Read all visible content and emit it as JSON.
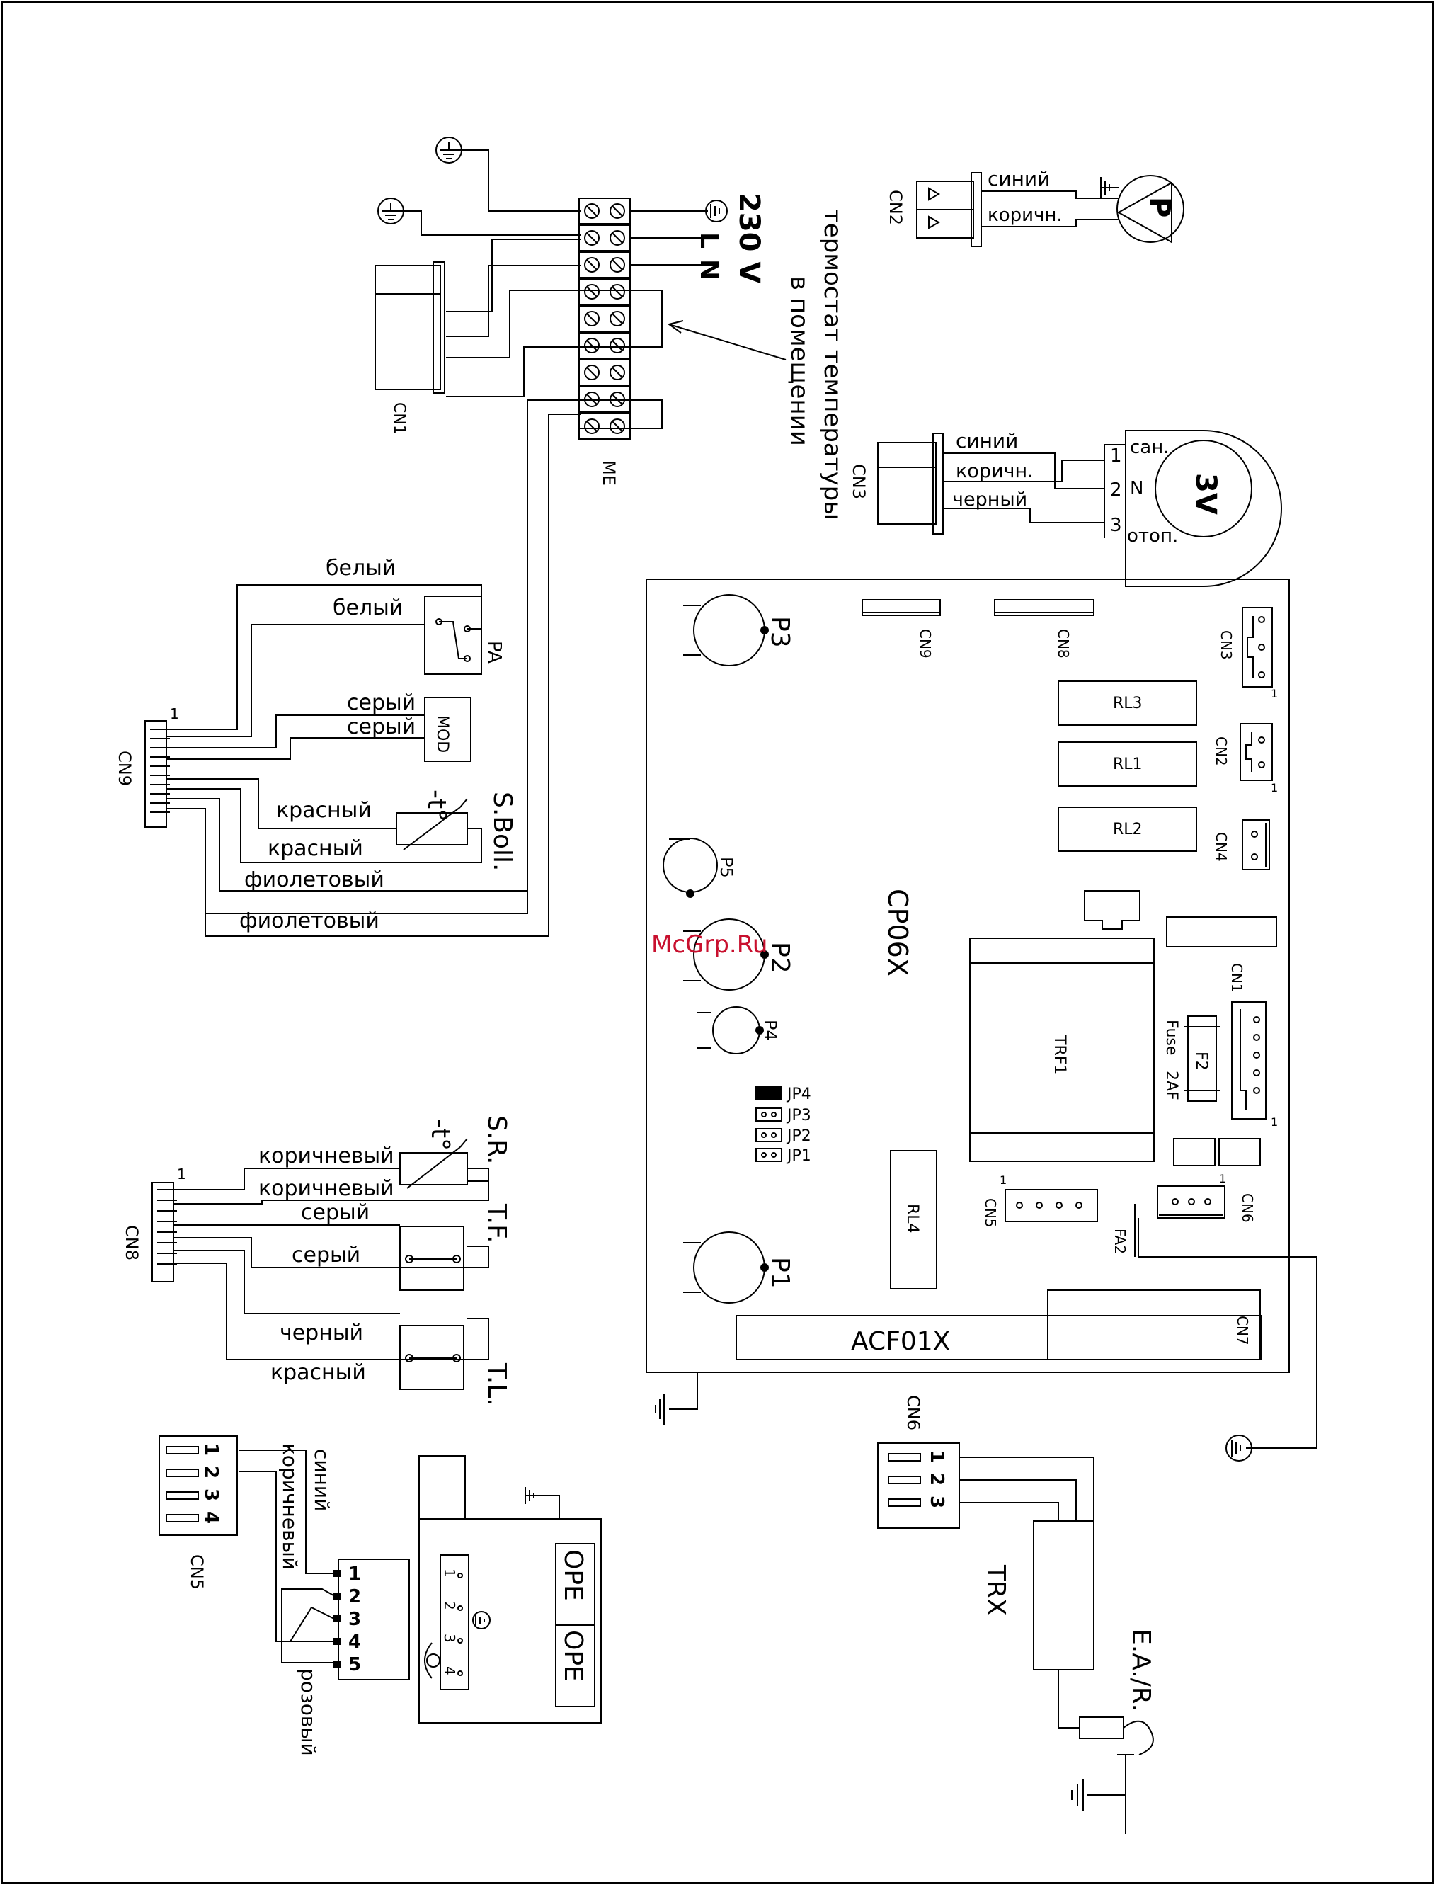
{
  "mains": {
    "voltage": "230 V",
    "l": "L",
    "n": "N"
  },
  "thermostat": {
    "line1": "термостат температуры",
    "line2": "в помещении"
  },
  "terminal_block": {
    "label": "ME"
  },
  "connectors": {
    "cn1": "CN1",
    "cn2": "CN2",
    "cn3": "CN3",
    "cn5": "CN5",
    "cn6": "CN6",
    "cn8": "CN8",
    "cn9": "CN9",
    "pin1": "1"
  },
  "pump": {
    "symbol": "P",
    "wire_blue": "синий",
    "wire_brown": "коричн."
  },
  "valve": {
    "symbol": "3V",
    "pin1": "1",
    "pin2": "2",
    "pin3": "3",
    "label_san": "сан.",
    "label_n": "N",
    "label_otop": "отоп.",
    "wire_blue": "синий",
    "wire_brown": "коричн.",
    "wire_black": "черный"
  },
  "cn9_wires": {
    "white1": "белый",
    "white2": "белый",
    "grey1": "серый",
    "grey2": "серый",
    "red1": "красный",
    "red2": "красный",
    "violet1": "фиолетовый",
    "violet2": "фиолетовый"
  },
  "components": {
    "pa": "PA",
    "mod": "MOD",
    "ntc": "-t°",
    "s_boil": "S.Boll.",
    "s_r": "S.R.",
    "t_f": "T.F.",
    "t_l": "T.L.",
    "ope": "OPE",
    "trx": "TRX",
    "ea_r": "E.A./R."
  },
  "cn8_wires": {
    "brown1": "коричневый",
    "brown2": "коричневый",
    "grey1": "серый",
    "grey2": "серый",
    "black": "черный",
    "red": "красный"
  },
  "cn5_wires": {
    "blue": "синий",
    "brown": "коричневый",
    "pink": "розовый"
  },
  "cn5_pins": [
    "1",
    "2",
    "3",
    "4"
  ],
  "gas_valve_pins": [
    "1",
    "2",
    "3",
    "4",
    "5"
  ],
  "ope_pins": [
    "1",
    "2",
    "3",
    "4"
  ],
  "cn6_pins": [
    "1",
    "2",
    "3"
  ],
  "board": {
    "name": "CP06X",
    "p1": "P1",
    "p2": "P2",
    "p3": "P3",
    "p4": "P4",
    "p5": "P5",
    "cn1": "CN1",
    "cn2": "CN2",
    "cn3": "CN3",
    "cn4": "CN4",
    "cn5": "CN5",
    "cn6": "CN6",
    "cn7": "CN7",
    "cn8": "CN8",
    "cn9": "CN9",
    "rl1": "RL1",
    "rl2": "RL2",
    "rl3": "RL3",
    "rl4": "RL4",
    "trf1": "TRF1",
    "fuse": "Fuse",
    "fuse_rating": "2AF",
    "f2": "F2",
    "jp1": "JP1",
    "jp2": "JP2",
    "jp3": "JP3",
    "jp4": "JP4",
    "fa2": "FA2",
    "acf": "ACF01X",
    "one": "1"
  },
  "watermark": "McGrp.Ru"
}
